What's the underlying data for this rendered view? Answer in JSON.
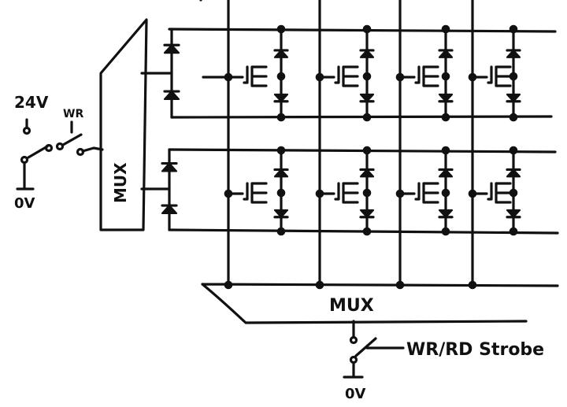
{
  "labels": {
    "supply_voltage": "24V",
    "write_switch": "WR",
    "ground_left": "0V",
    "row_mux": "MUX",
    "column_mux": "MUX",
    "strobe_switch": "WR/RD Strobe",
    "ground_bottom": "0V"
  },
  "colors": {
    "ink": "#111111",
    "background": "#ffffff"
  },
  "icons": [
    "diode-icon",
    "transistor-icon",
    "switch-icon",
    "ground-icon",
    "junction-dot-icon"
  ]
}
